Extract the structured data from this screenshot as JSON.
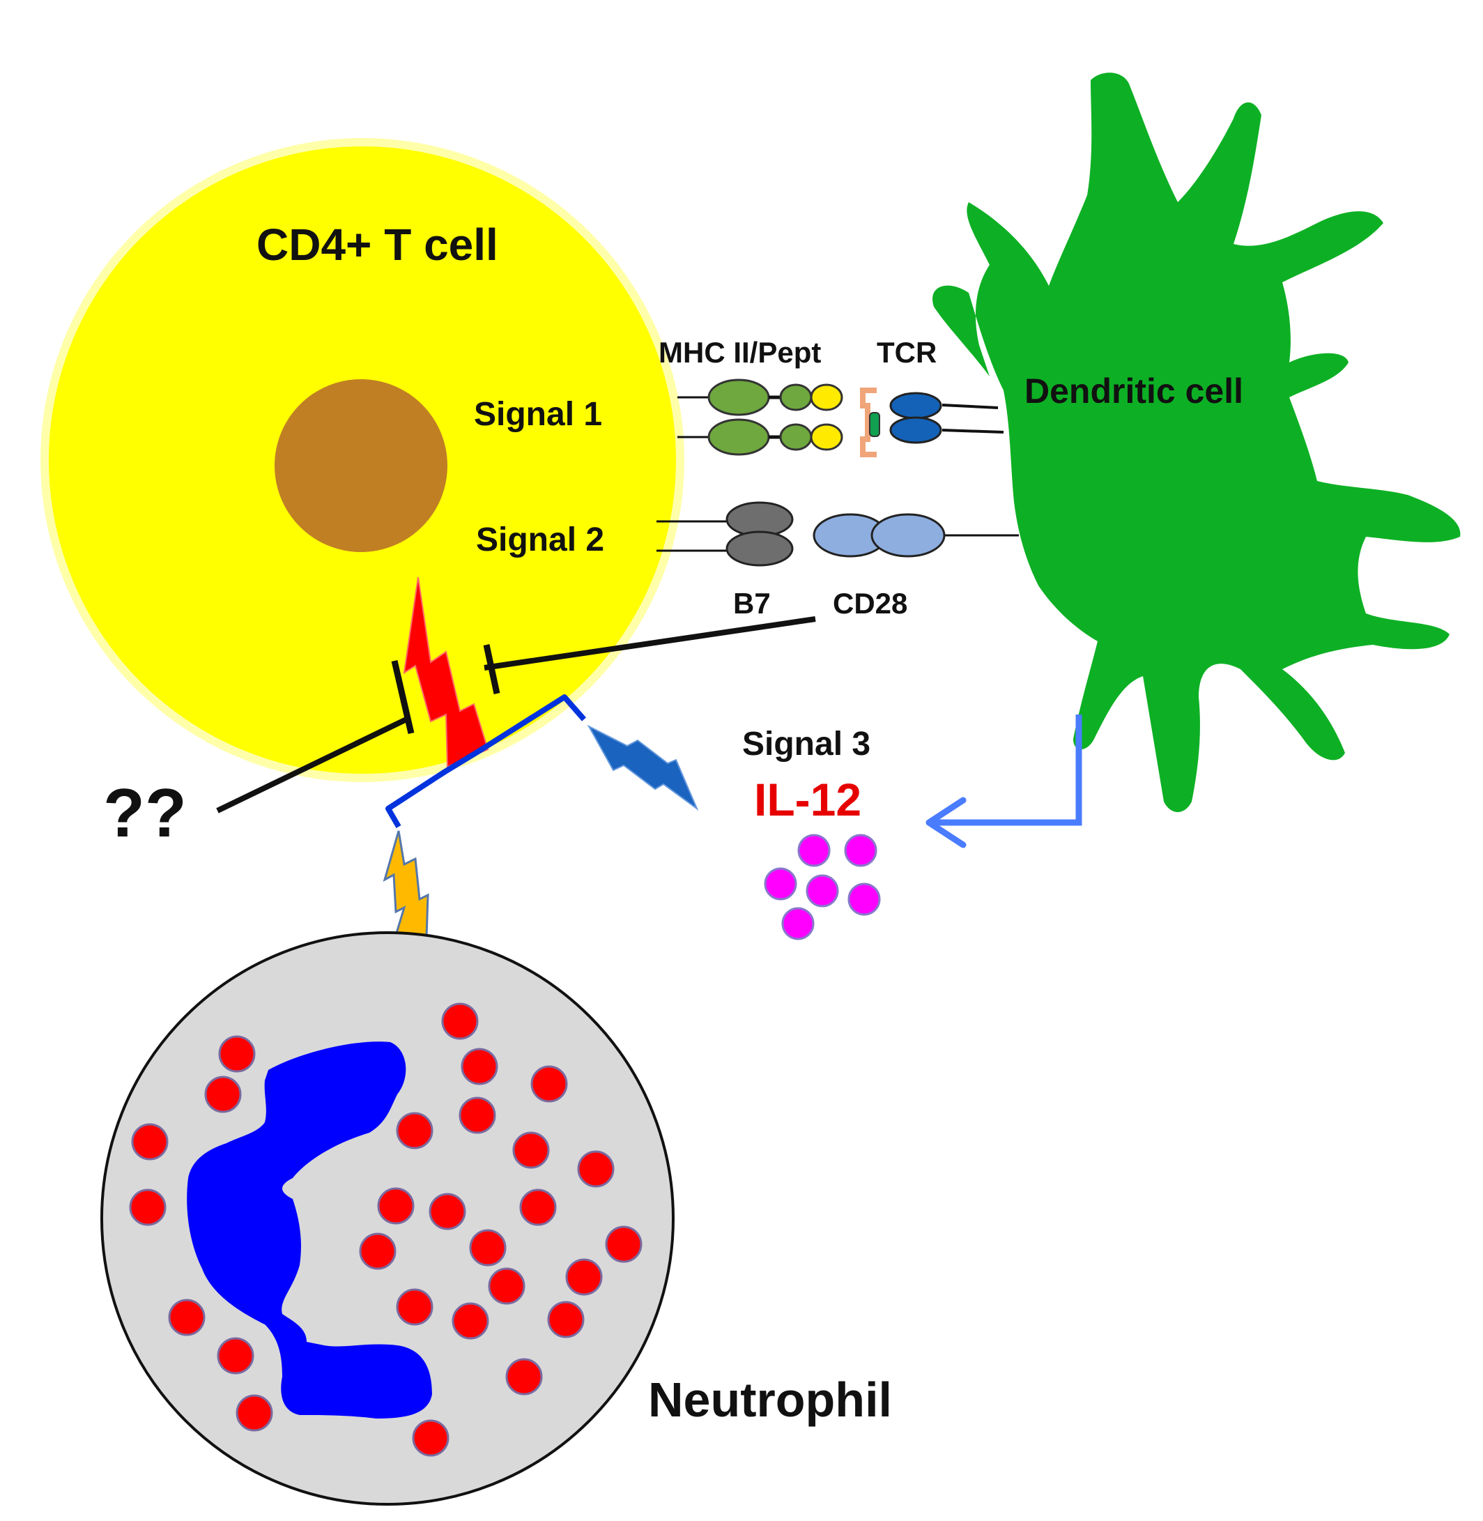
{
  "labels": {
    "t_cell": "CD4+ T cell",
    "dendritic_cell": "Dendritic cell",
    "neutrophil": "Neutrophil",
    "signal1": "Signal 1",
    "signal2": "Signal 2",
    "signal3": "Signal 3",
    "mhc": "MHC II/Pept",
    "tcr": "TCR",
    "b7": "B7",
    "cd28": "CD28",
    "il12": "IL-12",
    "unknown": "??"
  },
  "colors": {
    "t_cell": "#ffff00",
    "t_cell_nucleus": "#c17f24",
    "dendritic_cell": "#0db024",
    "mhc": "#6ea83f",
    "peptide": "#ffea00",
    "tcr": "#1462b8",
    "tcr_bracket": "#f0a57a",
    "b7": "#6e6e6e",
    "cd28": "#8eaee0",
    "il12_label": "#e60000",
    "il12_particles": "#ff00ff",
    "neutrophil_body": "#d9d9d9",
    "neutrophil_nucleus": "#0000ff",
    "neutrophil_granules": "#ff0000",
    "bolt_red": "#ff0000",
    "bolt_orange": "#ffba00",
    "bolt_blue": "#1a64c0",
    "arrow": "#4a7cff",
    "branch_line": "#0033dd"
  }
}
